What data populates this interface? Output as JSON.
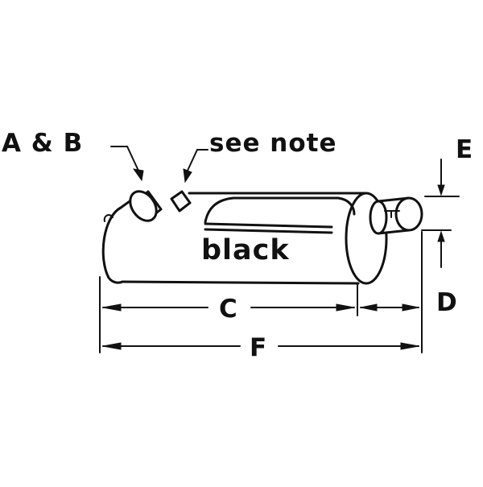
{
  "diagram": {
    "labels": {
      "a_and_b": "A & B",
      "see_note": "see note",
      "body_color": "black",
      "dim_c": "C",
      "dim_d": "D",
      "dim_e": "E",
      "dim_f": "F"
    },
    "colors": {
      "line": "#111111",
      "background": "#ffffff"
    }
  }
}
